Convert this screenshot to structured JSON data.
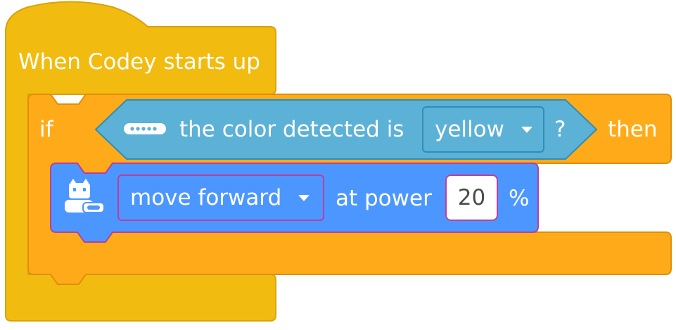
{
  "colors": {
    "hat_block": "#f2bb10",
    "hat_block_stroke": "#d9a30a",
    "if_block": "#ffab19",
    "if_block_stroke": "#e08e0a",
    "sensor_block": "#5cb1d6",
    "sensor_block_stroke": "#2e8eb8",
    "motion_block": "#4c97ff",
    "motion_block_stroke": "#b83fa0",
    "text": "#ffffff",
    "number_text": "#4b4b4b"
  },
  "hat": {
    "label": "When Codey starts up"
  },
  "if_block": {
    "if_label": "if",
    "then_label": "then"
  },
  "condition": {
    "icon": "color-sensor-icon",
    "label": "the color detected is",
    "color_option": "yellow",
    "question_mark": "?"
  },
  "move": {
    "icon": "rover-robot-icon",
    "direction_option": "move forward",
    "at_power_label": "at power",
    "power_value": "20",
    "unit_label": "%"
  }
}
